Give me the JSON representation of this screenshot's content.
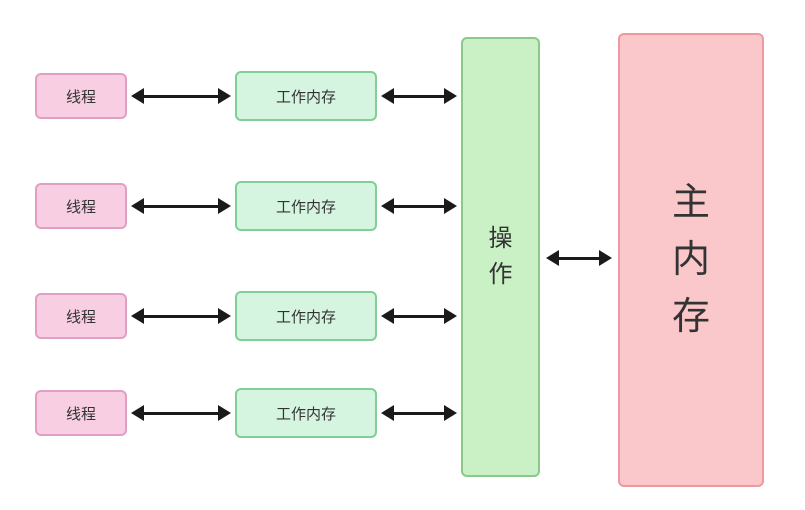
{
  "diagram": {
    "rows": [
      {
        "thread": "线程",
        "working_memory": "工作内存"
      },
      {
        "thread": "线程",
        "working_memory": "工作内存"
      },
      {
        "thread": "线程",
        "working_memory": "工作内存"
      },
      {
        "thread": "线程",
        "working_memory": "工作内存"
      }
    ],
    "operation_label": "操作",
    "main_memory_label": "主内存",
    "colors": {
      "thread_fill": "#f8cfe2",
      "thread_border": "#e39ec4",
      "working_fill": "#d6f5e0",
      "working_border": "#7fcf96",
      "operation_fill": "#c9f1c5",
      "operation_border": "#8bc98b",
      "main_fill": "#fac8ca",
      "main_border": "#ec9a9d",
      "arrow": "#1a1a1a"
    }
  }
}
